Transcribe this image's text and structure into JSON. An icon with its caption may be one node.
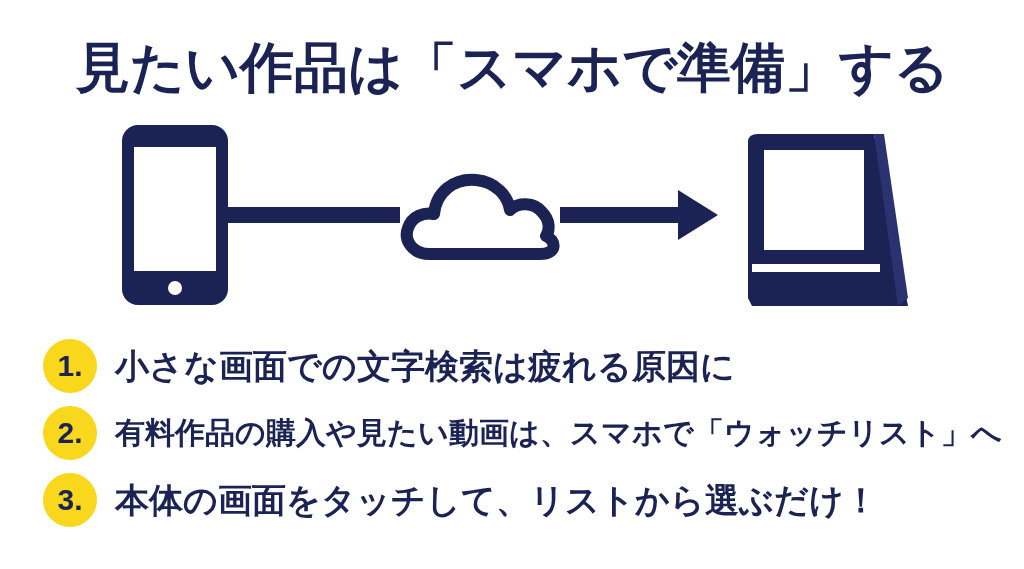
{
  "diagram": {
    "title": "見たい作品は「スマホで準備」する",
    "nodes": [
      {
        "text": [],
        "shape": "picture"
      },
      {
        "text": [],
        "shape": "cloud"
      },
      {
        "text": [],
        "shape": "picture"
      }
    ],
    "edges": [
      {
        "from": 0,
        "to": 1,
        "arrow": "none"
      },
      {
        "from": 1,
        "to": 2,
        "arrow": "to"
      }
    ],
    "labels": [
      "1.",
      "小さな画面での文字検索は疲れる原因に",
      "2.",
      "有料作品の購入や見たい動画は、スマホで「ウォッチリスト」へ",
      "3.",
      "本体の画面をタッチして、リストから選ぶだけ！"
    ]
  }
}
